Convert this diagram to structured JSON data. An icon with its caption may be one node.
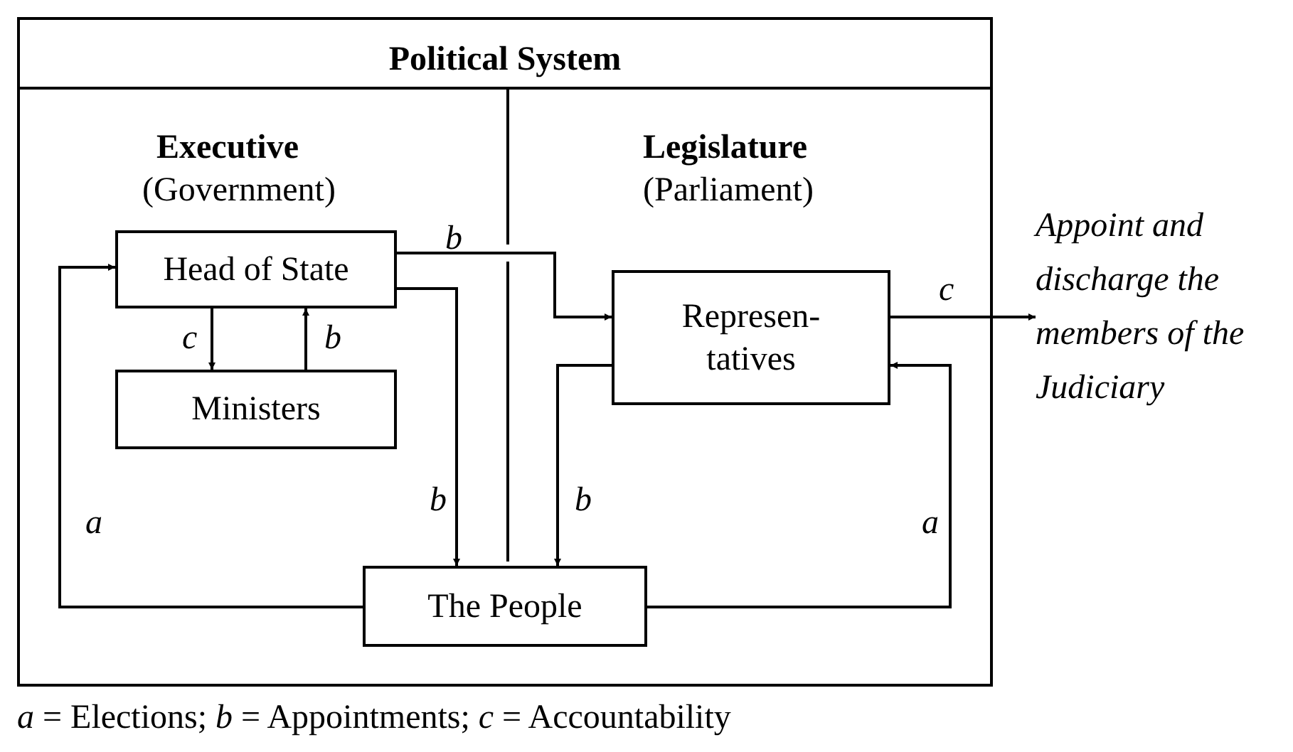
{
  "diagram": {
    "nodes": [
      {
        "text": [
          "Political System"
        ]
      },
      {
        "text": [
          "Head of State"
        ],
        "in": 0
      },
      {
        "text": [
          "Ministers"
        ],
        "in": 0
      },
      {
        "text": [
          "Represen- tatives"
        ],
        "in": 0
      },
      {
        "text": [
          "The People"
        ],
        "in": 0
      },
      {
        "text": [
          "Appoint and discharge the members of the Judiciary"
        ]
      }
    ],
    "edges": [
      {
        "from": 4,
        "to": 1,
        "arrow": "to",
        "label": "a"
      },
      {
        "from": 1,
        "to": 2,
        "arrow": "to",
        "label": "c"
      },
      {
        "from": 2,
        "to": 1,
        "arrow": "to",
        "label": "b"
      },
      {
        "from": 1,
        "to": 3,
        "arrow": "to",
        "label": "b"
      },
      {
        "from": 1,
        "to": 4,
        "arrow": "to",
        "label": "b"
      },
      {
        "from": 3,
        "to": 4,
        "arrow": "to",
        "label": "b"
      },
      {
        "from": 4,
        "to": 3,
        "arrow": "to",
        "label": "a"
      },
      {
        "from": 3,
        "to": 5,
        "arrow": "to",
        "label": "c"
      }
    ],
    "labels": [
      "Executive",
      "(Government)",
      "Legislature",
      "(Parliament)",
      "*a* = Elections; *b* = Appointments; *c* = Accountability"
    ]
  }
}
